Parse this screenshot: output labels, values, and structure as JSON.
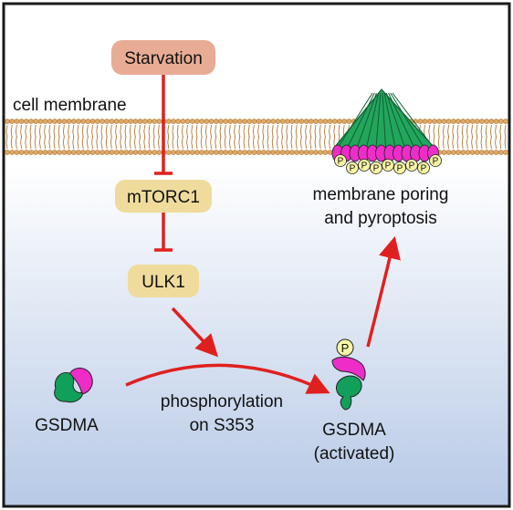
{
  "labels": {
    "membrane": "cell membrane",
    "outcome_line1": "membrane poring",
    "outcome_line2": "and pyroptosis",
    "process_line1": "phosphorylation",
    "process_line2": "on S353",
    "gsdma": "GSDMA",
    "gsdma_active_line1": "GSDMA",
    "gsdma_active_line2": "(activated)",
    "phospho_mark": "P"
  },
  "nodes": {
    "starvation": "Starvation",
    "mtorc1": "mTORC1",
    "ulk1": "ULK1"
  },
  "colors": {
    "starvation_fill": "#e8ac94",
    "kinase_fill": "#efdc9c",
    "arrow_red": "#e0201e",
    "gsdma_green": "#11a05a",
    "gsdma_magenta": "#ee2cc8",
    "pore_green": "#22a65c",
    "phospho_fill": "#f8f5a6",
    "membrane_head": "#dca867",
    "membrane_tail": "#b47a3a"
  },
  "pore": {
    "phospho_count": 9
  }
}
